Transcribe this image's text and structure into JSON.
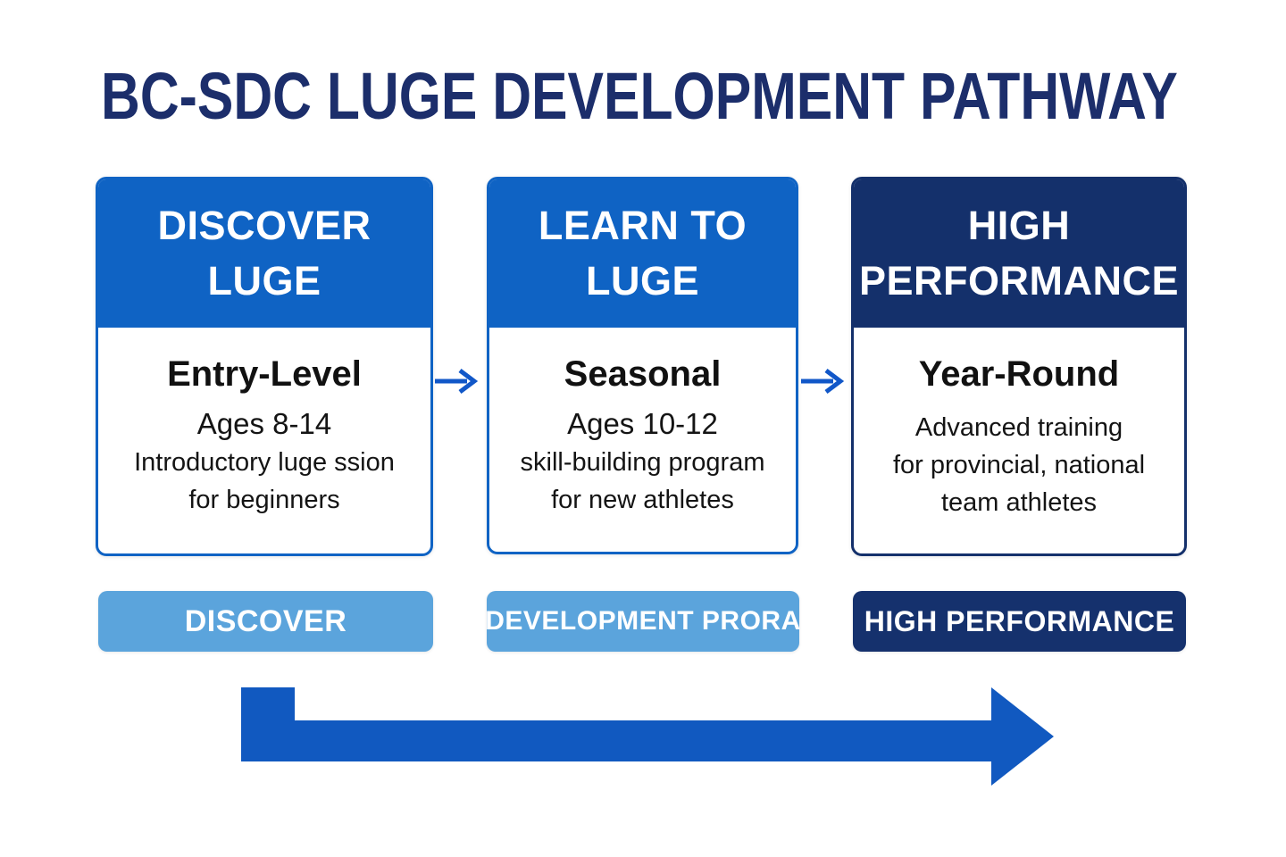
{
  "title": "BC-SDC LUGE DEVELOPMENT PATHWAY",
  "stages": [
    {
      "header_lines": [
        "DISCOVER",
        "LUGE"
      ],
      "subtitle": "Entry-Level",
      "ages": "Ages 8-14",
      "description_lines": [
        "Introductory luge ssion",
        "for beginners"
      ],
      "badge": "DISCOVER"
    },
    {
      "header_lines": [
        "LEARN TO",
        "LUGE"
      ],
      "subtitle": "Seasonal",
      "ages": "Ages 10-12",
      "description_lines": [
        "skill-building program",
        "for new athletes"
      ],
      "badge": "DEVELOPMENT PRORA"
    },
    {
      "header_lines": [
        "HIGH",
        "PERFORMANCE"
      ],
      "subtitle": "Year-Round",
      "description_lines": [
        "Advanced training",
        "for provincial, national",
        "team athletes"
      ],
      "badge": "HIGH PERFORMANCE"
    }
  ],
  "colors": {
    "title_navy": "#1c2e6b",
    "stage_blue": "#0f63c4",
    "stage_navy": "#14306b",
    "badge_light_blue": "#5ba4dc",
    "badge_navy": "#15316d",
    "connector_blue": "#1157c8",
    "pathway_arrow_blue": "#1159c0",
    "body_text": "#141414",
    "background": "#ffffff"
  }
}
